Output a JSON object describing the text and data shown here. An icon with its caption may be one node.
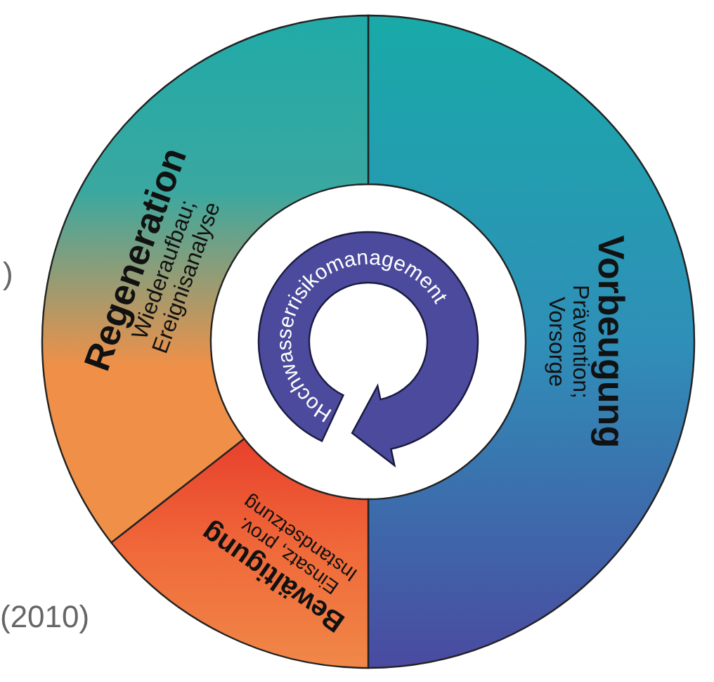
{
  "diagram": {
    "nodes": [
      {
        "text": [
          "Vorbeugung",
          "Prävention; Vorsorge"
        ]
      },
      {
        "text": [
          "Bewältigung",
          "Einsatz, prov. Instandsetzung"
        ]
      },
      {
        "text": [
          "Regeneration",
          "Wiederaufbau; Ereignisanalyse"
        ]
      },
      {
        "text": [
          "Hochwasserrisikomanagement"
        ]
      }
    ],
    "edges": [],
    "labels": [
      ")",
      "(2010)"
    ]
  }
}
